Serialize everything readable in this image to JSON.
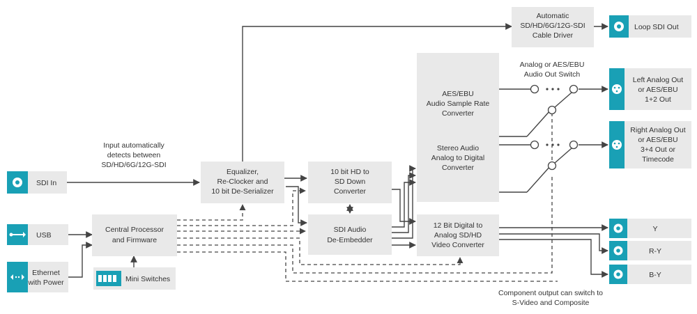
{
  "blocks": {
    "sdi_in": "SDI In",
    "usb": "USB",
    "ethernet": [
      "Ethernet",
      "with Power"
    ],
    "central_processor": [
      "Central Processor",
      "and Firmware"
    ],
    "mini_switches": "Mini Switches",
    "equalizer": [
      "Equalizer,",
      "Re-Clocker and",
      "10 bit De-Serializer"
    ],
    "down_converter": [
      "10 bit HD to",
      "SD Down",
      "Converter"
    ],
    "audio_deembedder": [
      "SDI Audio",
      "De-Embedder"
    ],
    "aes_converter": [
      "AES/EBU",
      "Audio Sample Rate",
      "Converter"
    ],
    "stereo_audio": [
      "Stereo Audio",
      "Analog to Digital",
      "Converter"
    ],
    "video_converter": [
      "12 Bit Digital to",
      "Analog SD/HD",
      "Video Converter"
    ],
    "cable_driver": [
      "Automatic",
      "SD/HD/6G/12G-SDI",
      "Cable Driver"
    ],
    "loop_out": "Loop SDI Out",
    "left_out": [
      "Left Analog Out",
      "or AES/EBU",
      "1+2 Out"
    ],
    "right_out": [
      "Right Analog Out",
      "or AES/EBU",
      "3+4 Out or",
      "Timecode"
    ],
    "y_out": "Y",
    "ry_out": "R-Y",
    "by_out": "B-Y"
  },
  "notes": {
    "input_detect": [
      "Input automatically",
      "detects between",
      "SD/HD/6G/12G-SDI"
    ],
    "audio_switch": [
      "Analog or AES/EBU",
      "Audio Out Switch"
    ],
    "component": [
      "Component output can switch to",
      "S-Video and Composite"
    ]
  },
  "icons": {
    "sdi_in": "bnc-connector-icon",
    "usb": "usb-icon",
    "ethernet": "ethernet-icon",
    "mini_switches": "dip-switch-icon",
    "loop_out": "bnc-connector-icon",
    "left_out": "xlr-connector-icon",
    "right_out": "xlr-connector-icon",
    "y_out": "bnc-connector-icon",
    "ry_out": "bnc-connector-icon",
    "by_out": "bnc-connector-icon"
  },
  "colors": {
    "accent": "#19a0b5",
    "block": "#e9e9e9",
    "line": "#444444"
  }
}
